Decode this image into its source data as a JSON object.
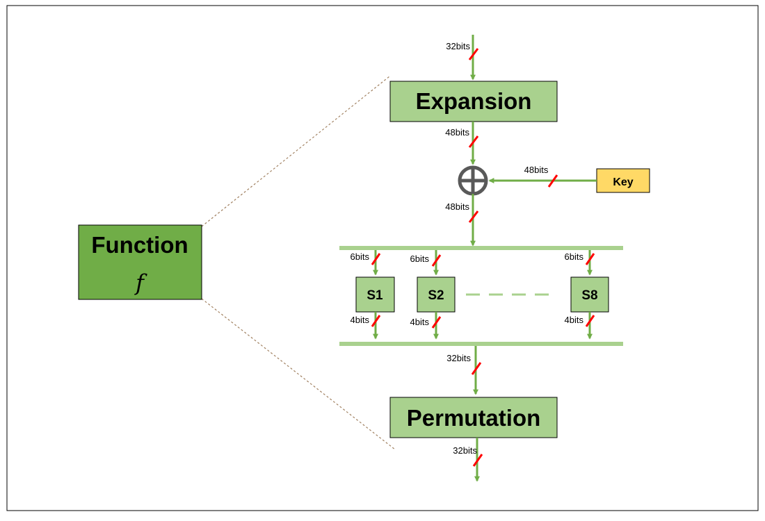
{
  "colors": {
    "line": "#70AD47",
    "dark_box": "#70AD47",
    "light_box": "#A9D18E",
    "key_box": "#FFD966",
    "slash": "#FF0000",
    "bus": "#A9D18E",
    "xor": "#595959",
    "zoom_lines": "#A08060"
  },
  "function_box": {
    "title": "Function",
    "symbol": "f"
  },
  "expansion": {
    "label": "Expansion"
  },
  "permutation": {
    "label": "Permutation"
  },
  "key": {
    "label": "Key"
  },
  "sboxes": [
    {
      "label": "S1",
      "in_bits": "6bits",
      "out_bits": "4bits"
    },
    {
      "label": "S2",
      "in_bits": "6bits",
      "out_bits": "4bits"
    },
    {
      "label": "S8",
      "in_bits": "6bits",
      "out_bits": "4bits"
    }
  ],
  "wires": {
    "input": "32bits",
    "expansion_out": "48bits",
    "key_in": "48bits",
    "xor_out": "48bits",
    "sbox_combined": "32bits",
    "output": "32bits"
  }
}
